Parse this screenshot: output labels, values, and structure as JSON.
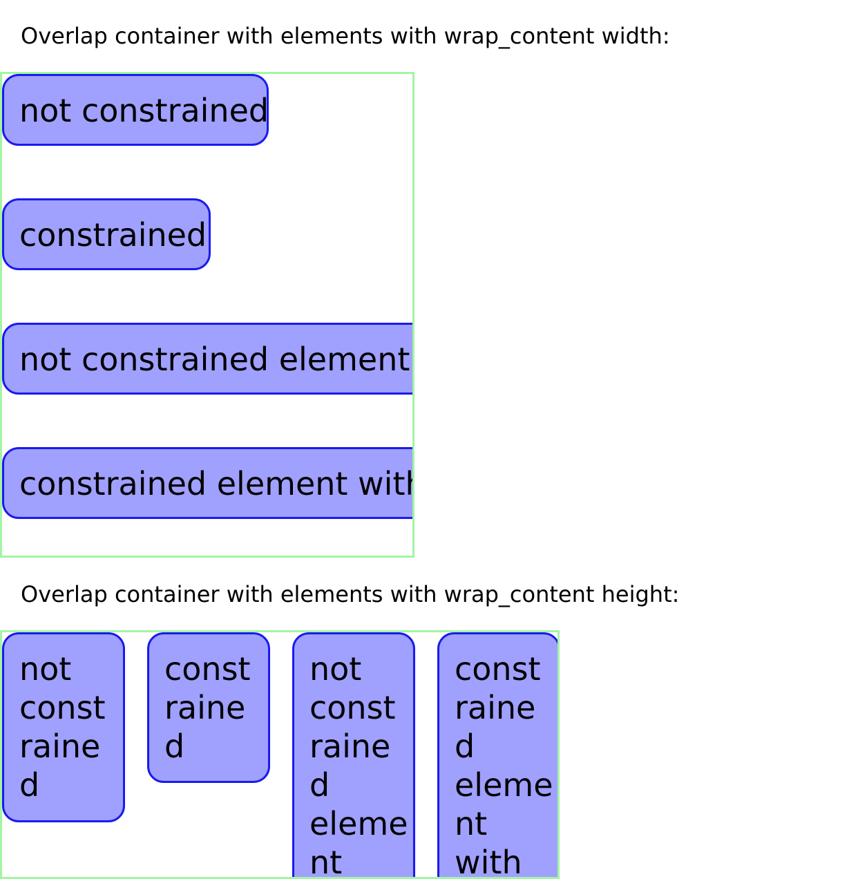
{
  "sections": {
    "width": {
      "title": "Overlap container with elements with wrap_content width:",
      "items": [
        {
          "label": "not constrained"
        },
        {
          "label": "constrained"
        },
        {
          "label": "not constrained element with"
        },
        {
          "label": "constrained element with wrap"
        }
      ]
    },
    "height": {
      "title": "Overlap container with elements with wrap_content height:",
      "items": [
        {
          "label": "not\nconst\nraine\nd"
        },
        {
          "label": "const\nraine\nd"
        },
        {
          "label": "not\nconst\nraine\nd\neleme\nnt"
        },
        {
          "label": "const\nraine\nd\neleme\nnt\nwith"
        }
      ]
    }
  },
  "colors": {
    "container_border": "#a3f5a3",
    "chip_fill": "#a0a0ff",
    "chip_border": "#1a1aee"
  }
}
